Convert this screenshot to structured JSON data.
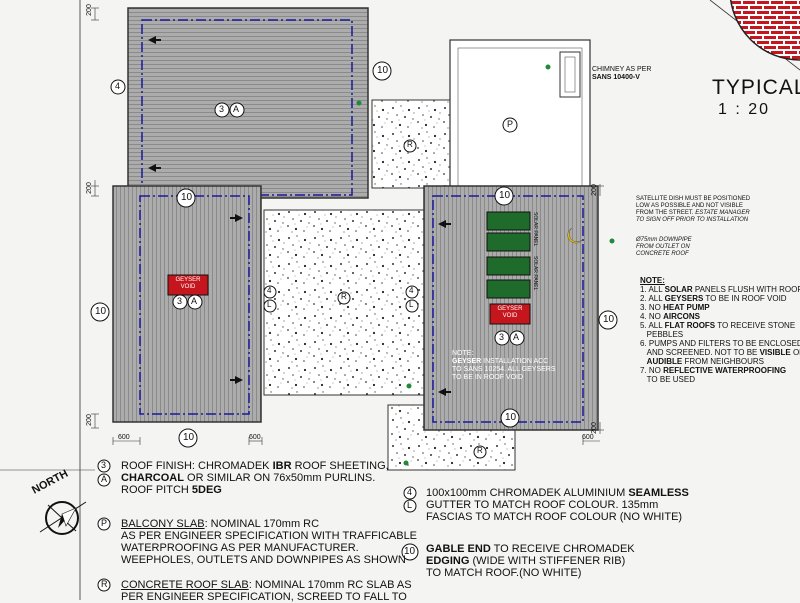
{
  "drawing": {
    "title": "TYPICAL",
    "scale": "1 : 20",
    "north": "NORTH"
  },
  "plan_tags": {
    "r3a": "3",
    "ra": "A",
    "p": "P",
    "r": "R",
    "l": "L",
    "t4": "4",
    "t10": "10"
  },
  "dims": {
    "d200": "200",
    "d600": "600"
  },
  "plan_labels": {
    "chimney_1": "CHIMNEY AS PER",
    "chimney_2": "SANS 10400-V",
    "geyser_1": "GEYSER",
    "geyser_2": "VOID",
    "solar": "SOLAR PANEL"
  },
  "plan_note": {
    "heading": "NOTE:",
    "word": "GEYSER",
    "l1": "INSTALLATION ACC",
    "l2": "TO SANS 10254. ALL GEYSERS",
    "l3": "TO BE IN ROOF VOID"
  },
  "satellite": {
    "l1": "SATELLITE DISH MUST BE POSITIONED",
    "l2": "LOW AS POSSIBLE AND NOT VISIBLE",
    "l3a": "FROM THE STREET. ",
    "l3b": "ESTATE MANAGER",
    "l4": "TO SIGN OFF PRIOR TO INSTALLATION"
  },
  "downpipe": {
    "l1": "Ø75mm DOWNPIPE",
    "l2": "FROM OUTLET ON",
    "l3": "CONCRETE ROOF"
  },
  "notes": {
    "heading": "NOTE:",
    "n1a": "1. ALL ",
    "n1b": "SOLAR",
    "n1c": " PANELS FLUSH WITH ROOF",
    "n2a": "2. ALL ",
    "n2b": "GEYSERS",
    "n2c": " TO BE IN ROOF VOID",
    "n3a": "3. NO ",
    "n3b": "HEAT PUMP",
    "n4a": "4. NO ",
    "n4b": "AIRCONS",
    "n5a": "5. ALL ",
    "n5b": "FLAT ROOFS",
    "n5c": " TO RECEIVE STONE",
    "n5d": "PEBBLES",
    "n6a": "6. PUMPS AND FILTERS TO BE ENCLOSED",
    "n6b": "AND SCREENED. NOT TO BE ",
    "n6c": "VISIBLE",
    "n6d": " OR",
    "n6e": "AUDIBLE",
    "n6f": " FROM NEIGHBOURS",
    "n7a": "7. NO ",
    "n7b": "REFLECTIVE WATERPROOFING",
    "n7c": "TO BE USED"
  },
  "legend": {
    "roof_1a": "ROOF FINISH: CHROMADEK ",
    "roof_1b": "IBR",
    "roof_1c": " ROOF SHEETING,",
    "roof_2a": "CHARCOAL",
    "roof_2b": " OR SIMILAR ON 76x50mm PURLINS.",
    "roof_3a": "ROOF PITCH ",
    "roof_3b": "5DEG",
    "balcony_1a": "BALCONY SLAB",
    "balcony_1b": ": NOMINAL 170mm RC",
    "balcony_2": "AS PER ENGINEER SPECIFICATION WITH TRAFFICABLE",
    "balcony_3": "WATERPROOFING AS PER MANUFACTURER.",
    "balcony_4": "WEEPHOLES, OUTLETS AND DOWNPIPES AS SHOWN",
    "concrete_1a": "CONCRETE ROOF SLAB",
    "concrete_1b": ": NOMINAL 170mm RC SLAB AS",
    "concrete_2": "PER ENGINEER SPECIFICATION, SCREED TO FALL TO",
    "gutter_1a": "100x100mm CHROMADEK ALUMINIUM ",
    "gutter_1b": "SEAMLESS",
    "gutter_2": "GUTTER TO MATCH ROOF COLOUR. 135mm",
    "gutter_3": "FASCIAS TO MATCH ROOF COLOUR (NO WHITE)",
    "gable_1a": "GABLE END",
    "gable_1b": " TO RECEIVE CHROMADEK",
    "gable_2a": "EDGING",
    "gable_2b": " (WIDE WITH STIFFENER RIB)",
    "gable_3": "TO MATCH ROOF.(NO WHITE)"
  },
  "colors": {
    "roof": "#a9a9a9",
    "gutter_line": "#1a1a9c",
    "geyser": "#c4161c",
    "solar": "#1f6b2c",
    "crescent": "#e6b800",
    "paper": "#f4f4f2"
  }
}
